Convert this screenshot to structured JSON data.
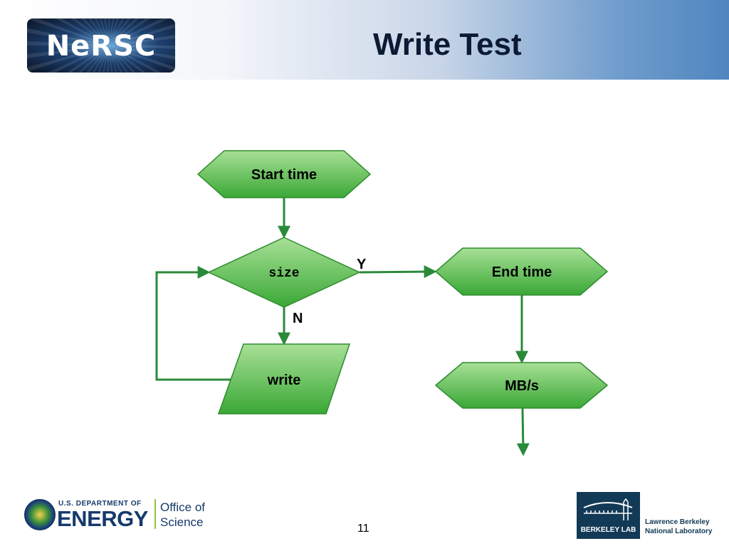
{
  "header": {
    "logo_text": "NeRSC",
    "title": "Write Test"
  },
  "diagram": {
    "nodes": {
      "start": "Start time",
      "decision": "size",
      "write": "write",
      "end": "End time",
      "rate": "MB/s"
    },
    "edge_labels": {
      "yes": "Y",
      "no": "N"
    }
  },
  "footer": {
    "doe": {
      "department": "U.S. DEPARTMENT OF",
      "energy": "ENERGY",
      "office_line1": "Office of",
      "office_line2": "Science"
    },
    "page_number": "11",
    "lab": {
      "box_label": "BERKELEY LAB",
      "name_line1": "Lawrence Berkeley",
      "name_line2": "National Laboratory"
    }
  },
  "colors": {
    "node_fill_top": "#9bdb8a",
    "node_fill_bottom": "#3fae3a",
    "node_stroke": "#2e8b2e",
    "arrow": "#2a8a3a",
    "title": "#0d1a33"
  }
}
